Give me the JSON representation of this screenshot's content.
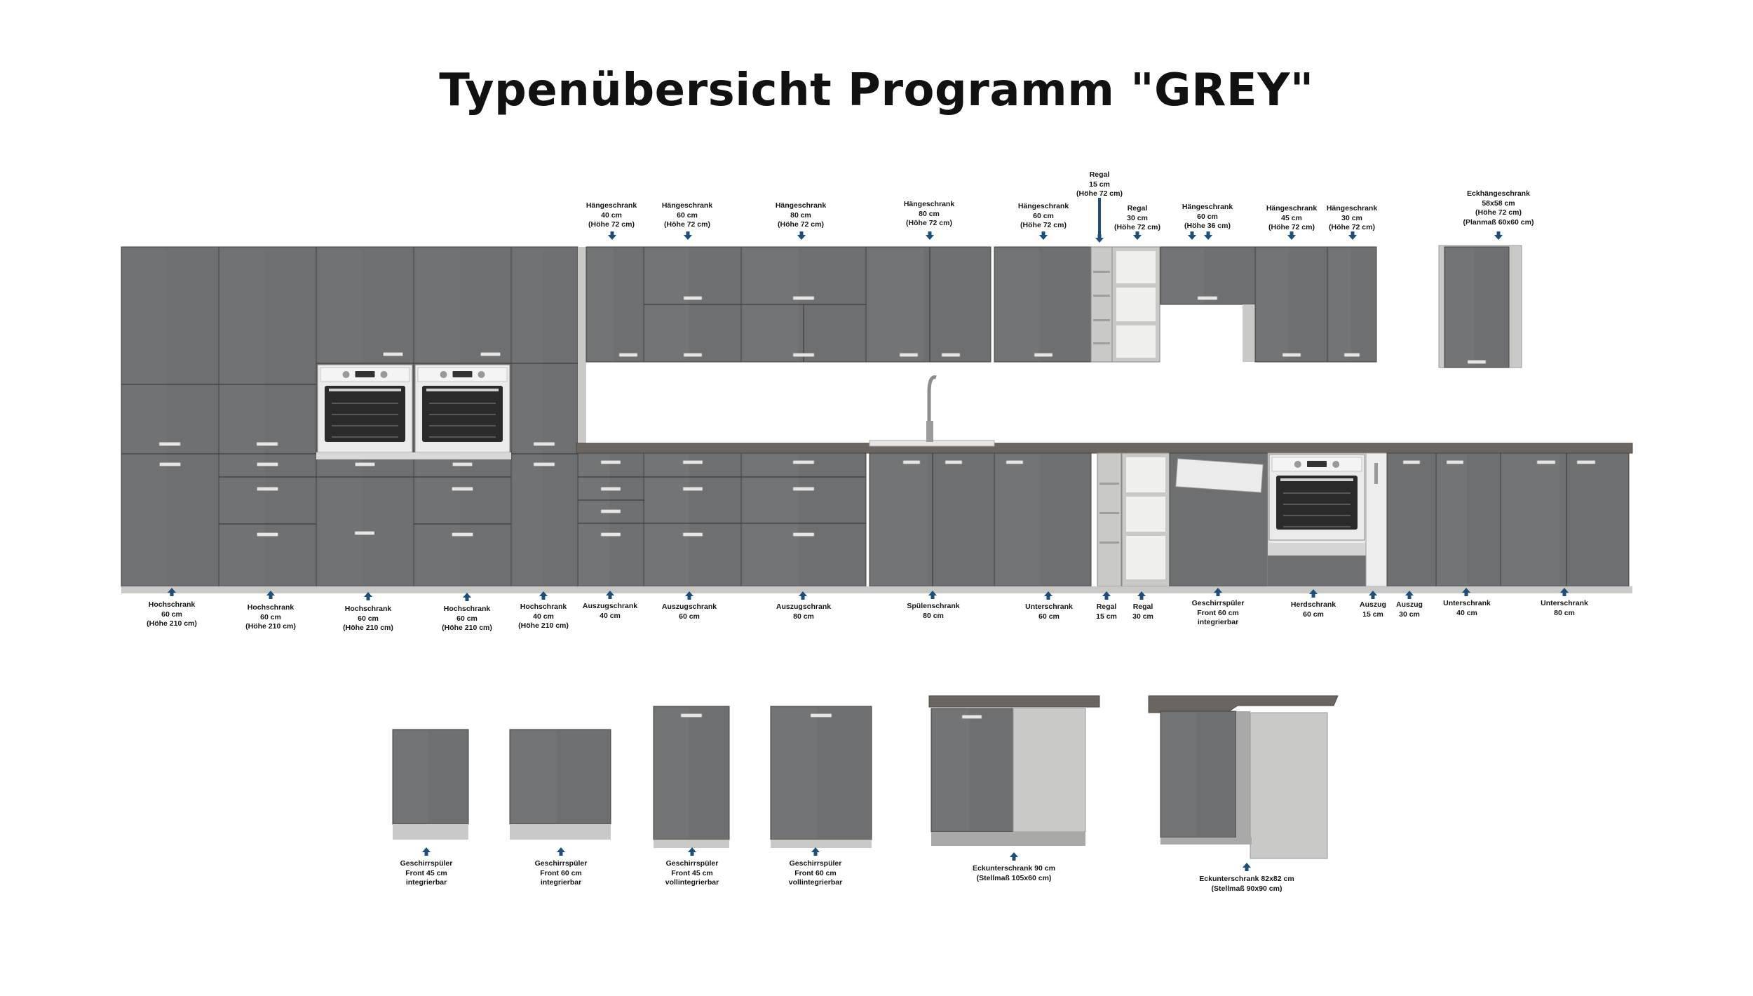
{
  "page": {
    "title": "Typenübersicht Programm \"GREY\""
  },
  "colors": {
    "front": "#6e6f71",
    "front_dark": "#58595b",
    "front_light": "#878889",
    "carcass": "#c9cac8",
    "carcass_dark": "#a9aaa8",
    "worktop": "#6b6561",
    "handle": "#e6e6e6",
    "arrow": "#1f4e79",
    "appliance": "#ebebeb",
    "oven_glass": "#2a2a2a"
  },
  "icons": {
    "arrow_up": "arrow-up-icon",
    "arrow_down": "arrow-down-icon"
  },
  "labels": {
    "upper": [
      {
        "id": "haenge-40",
        "lines": [
          "Hängeschrank",
          "40 cm",
          "(Höhe 72 cm)"
        ]
      },
      {
        "id": "haenge-60",
        "lines": [
          "Hängeschrank",
          "60 cm",
          "(Höhe 72 cm)"
        ]
      },
      {
        "id": "haenge-80a",
        "lines": [
          "Hängeschrank",
          "80 cm",
          "(Höhe 72 cm)"
        ]
      },
      {
        "id": "haenge-80b",
        "lines": [
          "Hängeschrank",
          "80 cm",
          "(Höhe 72 cm)"
        ]
      },
      {
        "id": "haenge-60b",
        "lines": [
          "Hängeschrank",
          "60 cm",
          "(Höhe 72 cm)"
        ]
      },
      {
        "id": "regal-15-upper",
        "lines": [
          "Regal",
          "15 cm",
          "(Höhe 72 cm)"
        ]
      },
      {
        "id": "regal-30-upper",
        "lines": [
          "Regal",
          "30 cm",
          "(Höhe 72 cm)"
        ]
      },
      {
        "id": "haenge-60-h36",
        "lines": [
          "Hängeschrank",
          "60 cm",
          "(Höhe 36 cm)"
        ]
      },
      {
        "id": "haenge-45",
        "lines": [
          "Hängeschrank",
          "45 cm",
          "(Höhe 72 cm)"
        ]
      },
      {
        "id": "haenge-30",
        "lines": [
          "Hängeschrank",
          "30 cm",
          "(Höhe 72 cm)"
        ]
      },
      {
        "id": "eckhaenge",
        "lines": [
          "Eckhängeschrank",
          "58x58 cm",
          "(Höhe 72 cm)",
          "(Planmaß 60x60 cm)"
        ]
      }
    ],
    "lower": [
      {
        "id": "hochschrank-1",
        "lines": [
          "Hochschrank",
          "60 cm",
          "(Höhe 210 cm)"
        ]
      },
      {
        "id": "hochschrank-2",
        "lines": [
          "Hochschrank",
          "60 cm",
          "(Höhe 210 cm)"
        ]
      },
      {
        "id": "hochschrank-3",
        "lines": [
          "Hochschrank",
          "60 cm",
          "(Höhe 210 cm)"
        ]
      },
      {
        "id": "hochschrank-4",
        "lines": [
          "Hochschrank",
          "60 cm",
          "(Höhe 210 cm)"
        ]
      },
      {
        "id": "hochschrank-5",
        "lines": [
          "Hochschrank",
          "40 cm",
          "(Höhe 210 cm)"
        ]
      },
      {
        "id": "auszug-40",
        "lines": [
          "Auszugschrank",
          "40 cm"
        ]
      },
      {
        "id": "auszug-60",
        "lines": [
          "Auszugschrank",
          "60 cm"
        ]
      },
      {
        "id": "auszug-80",
        "lines": [
          "Auszugschrank",
          "80 cm"
        ]
      },
      {
        "id": "spuele-80",
        "lines": [
          "Spülenschrank",
          "80 cm"
        ]
      },
      {
        "id": "unter-60",
        "lines": [
          "Unterschrank",
          "60 cm"
        ]
      },
      {
        "id": "regal-15-lower",
        "lines": [
          "Regal",
          "15 cm"
        ]
      },
      {
        "id": "regal-30-lower",
        "lines": [
          "Regal",
          "30 cm"
        ]
      },
      {
        "id": "geschirr-int-60",
        "lines": [
          "Geschirrspüler",
          "Front 60 cm",
          "integrierbar"
        ]
      },
      {
        "id": "herd-60",
        "lines": [
          "Herdschrank",
          "60 cm"
        ]
      },
      {
        "id": "auszug-15",
        "lines": [
          "Auszug",
          "15 cm"
        ]
      },
      {
        "id": "auszug-30",
        "lines": [
          "Auszug",
          "30 cm"
        ]
      },
      {
        "id": "unter-40",
        "lines": [
          "Unterschrank",
          "40 cm"
        ]
      },
      {
        "id": "unter-80",
        "lines": [
          "Unterschrank",
          "80 cm"
        ]
      }
    ],
    "bottom": [
      {
        "id": "gs-front-45-int",
        "lines": [
          "Geschirrspüler",
          "Front 45 cm",
          "integrierbar"
        ]
      },
      {
        "id": "gs-front-60-int",
        "lines": [
          "Geschirrspüler",
          "Front 60 cm",
          "integrierbar"
        ]
      },
      {
        "id": "gs-front-45-voll",
        "lines": [
          "Geschirrspüler",
          "Front 45 cm",
          "vollintegrierbar"
        ]
      },
      {
        "id": "gs-front-60-voll",
        "lines": [
          "Geschirrspüler",
          "Front 60 cm",
          "vollintegrierbar"
        ]
      },
      {
        "id": "eckunter-90",
        "lines": [
          "Eckunterschrank 90 cm",
          "(Stellmaß 105x60 cm)"
        ]
      },
      {
        "id": "eckunter-82",
        "lines": [
          "Eckunterschrank 82x82 cm",
          "(Stellmaß 90x90 cm)"
        ]
      }
    ]
  }
}
